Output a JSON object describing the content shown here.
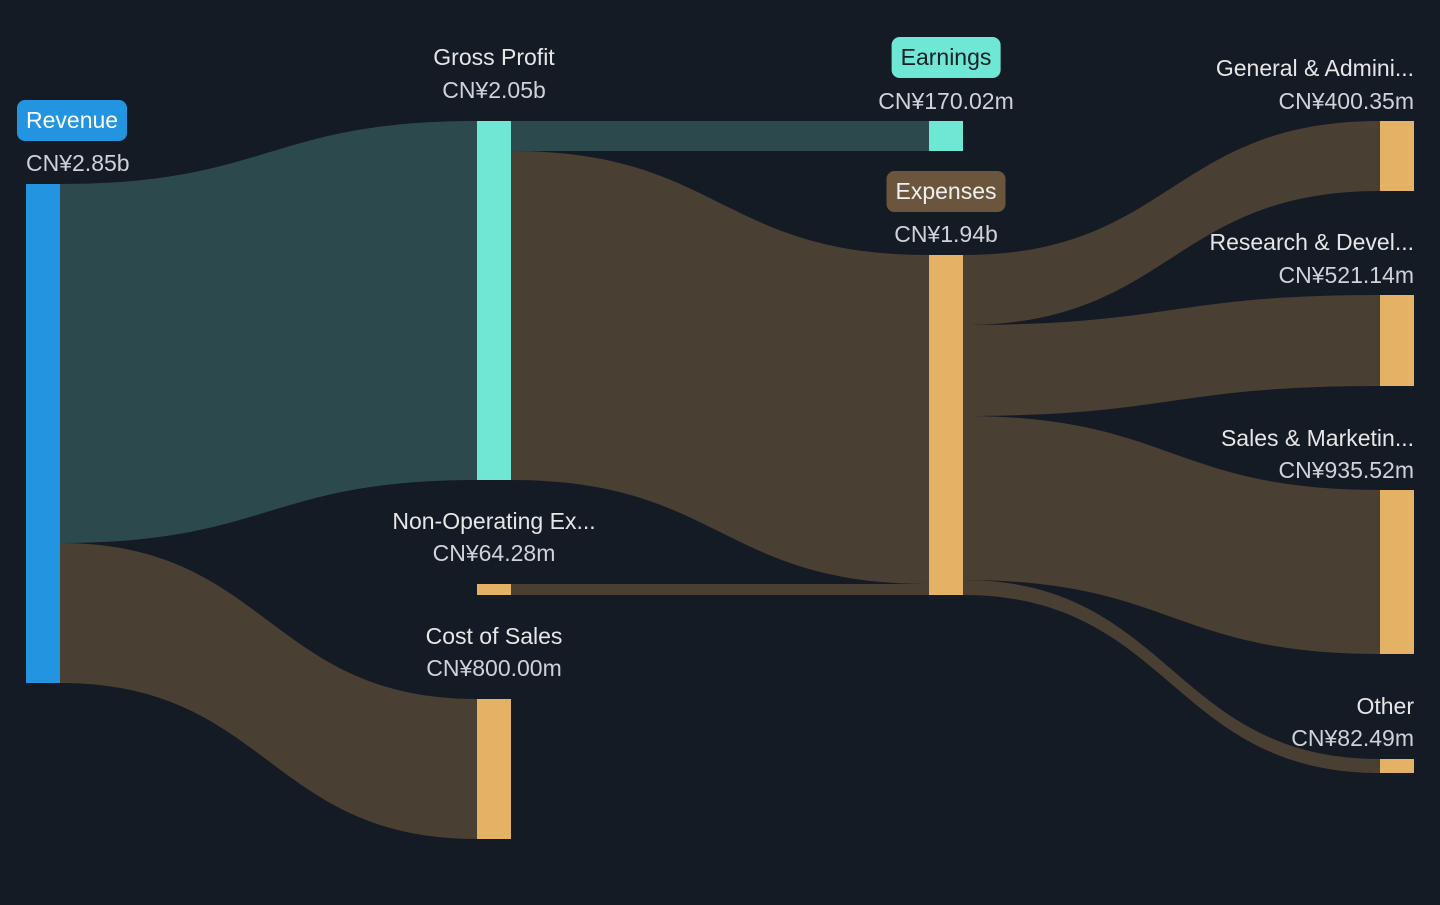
{
  "chart_data": {
    "type": "sankey",
    "currency": "CN¥",
    "nodes": [
      {
        "id": "revenue",
        "label": "Revenue",
        "value": "CN¥2.85b",
        "amount_m": 2850,
        "color": "#2394e0"
      },
      {
        "id": "gross_profit",
        "label": "Gross Profit",
        "value": "CN¥2.05b",
        "amount_m": 2050,
        "color": "#6ee7d5"
      },
      {
        "id": "non_operating",
        "label": "Non-Operating Ex...",
        "value": "CN¥64.28m",
        "amount_m": 64.28,
        "color": "#e3b265"
      },
      {
        "id": "cost_of_sales",
        "label": "Cost of Sales",
        "value": "CN¥800.00m",
        "amount_m": 800,
        "color": "#e3b265"
      },
      {
        "id": "earnings",
        "label": "Earnings",
        "value": "CN¥170.02m",
        "amount_m": 170.02,
        "color": "#6ee7d5"
      },
      {
        "id": "expenses",
        "label": "Expenses",
        "value": "CN¥1.94b",
        "amount_m": 1940,
        "color": "#e3b265"
      },
      {
        "id": "ga",
        "label": "General & Admini...",
        "value": "CN¥400.35m",
        "amount_m": 400.35,
        "color": "#e3b265"
      },
      {
        "id": "rd",
        "label": "Research & Devel...",
        "value": "CN¥521.14m",
        "amount_m": 521.14,
        "color": "#e3b265"
      },
      {
        "id": "sm",
        "label": "Sales & Marketin...",
        "value": "CN¥935.52m",
        "amount_m": 935.52,
        "color": "#e3b265"
      },
      {
        "id": "other",
        "label": "Other",
        "value": "CN¥82.49m",
        "amount_m": 82.49,
        "color": "#e3b265"
      }
    ],
    "links": [
      {
        "source": "revenue",
        "target": "gross_profit",
        "amount_m": 2050,
        "kind": "profit"
      },
      {
        "source": "revenue",
        "target": "cost_of_sales",
        "amount_m": 800,
        "kind": "expense"
      },
      {
        "source": "gross_profit",
        "target": "earnings",
        "amount_m": 170.02,
        "kind": "profit"
      },
      {
        "source": "gross_profit",
        "target": "expenses",
        "amount_m": 1880,
        "kind": "expense"
      },
      {
        "source": "non_operating",
        "target": "expenses",
        "amount_m": 64.28,
        "kind": "expense"
      },
      {
        "source": "expenses",
        "target": "ga",
        "amount_m": 400.35,
        "kind": "expense"
      },
      {
        "source": "expenses",
        "target": "rd",
        "amount_m": 521.14,
        "kind": "expense"
      },
      {
        "source": "expenses",
        "target": "sm",
        "amount_m": 935.52,
        "kind": "expense"
      },
      {
        "source": "expenses",
        "target": "other",
        "amount_m": 82.49,
        "kind": "expense"
      }
    ],
    "colors": {
      "profit_link": "#2c4a4e",
      "expense_link": "#4a3f33",
      "revenue_pill": "#2394e0",
      "earnings_pill": "#6ee7d5",
      "expenses_pill": "#6b563d"
    }
  }
}
